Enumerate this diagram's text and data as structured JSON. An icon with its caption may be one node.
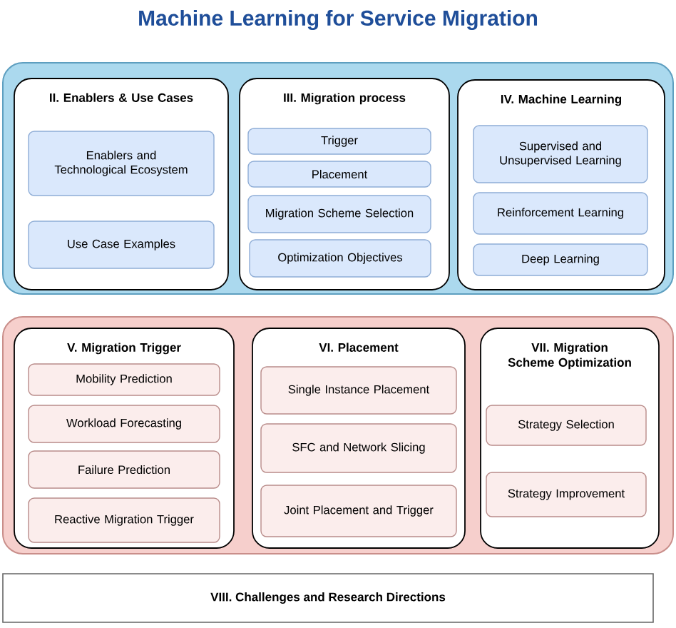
{
  "diagram": {
    "title": "Machine Learning for Service Migration",
    "nodes": [
      {
        "text": [],
        "shape": "box"
      },
      {
        "text": [
          "II. Enablers & Use Cases"
        ],
        "in": 0
      },
      {
        "text": [
          "Enablers and Technological Ecosystem"
        ],
        "in": 1
      },
      {
        "text": [
          "Use Case Examples"
        ],
        "in": 1
      },
      {
        "text": [
          "III. Migration process"
        ],
        "in": 0
      },
      {
        "text": [
          "Trigger"
        ],
        "in": 4
      },
      {
        "text": [
          "Placement"
        ],
        "in": 4
      },
      {
        "text": [
          "Migration Scheme Selection"
        ],
        "in": 4
      },
      {
        "text": [
          "Optimization Objectives"
        ],
        "in": 4
      },
      {
        "text": [
          "IV. Machine Learning"
        ],
        "in": 0
      },
      {
        "text": [
          "Supervised and Unsupervised Learning"
        ],
        "in": 9
      },
      {
        "text": [
          "Reinforcement Learning"
        ],
        "in": 9
      },
      {
        "text": [
          "Deep Learning"
        ],
        "in": 9
      },
      {
        "text": [],
        "shape": "box"
      },
      {
        "text": [
          "V. Migration Trigger"
        ],
        "in": 13
      },
      {
        "text": [
          "Mobility Prediction"
        ],
        "in": 14
      },
      {
        "text": [
          "Workload Forecasting"
        ],
        "in": 14
      },
      {
        "text": [
          "Failure Prediction"
        ],
        "in": 14
      },
      {
        "text": [
          "Reactive Migration Trigger"
        ],
        "in": 14
      },
      {
        "text": [
          "VI. Placement"
        ],
        "in": 13
      },
      {
        "text": [
          "Single Instance Placement"
        ],
        "in": 19
      },
      {
        "text": [
          "SFC and Network Slicing"
        ],
        "in": 19
      },
      {
        "text": [
          "Joint Placement and Trigger"
        ],
        "in": 19
      },
      {
        "text": [
          "VII. Migration Scheme Optimization"
        ],
        "in": 13
      },
      {
        "text": [
          "Strategy Selection"
        ],
        "in": 23
      },
      {
        "text": [
          "Strategy Improvement"
        ],
        "in": 23
      },
      {
        "text": [
          "VIII. Challenges and Research Directions"
        ]
      }
    ]
  }
}
